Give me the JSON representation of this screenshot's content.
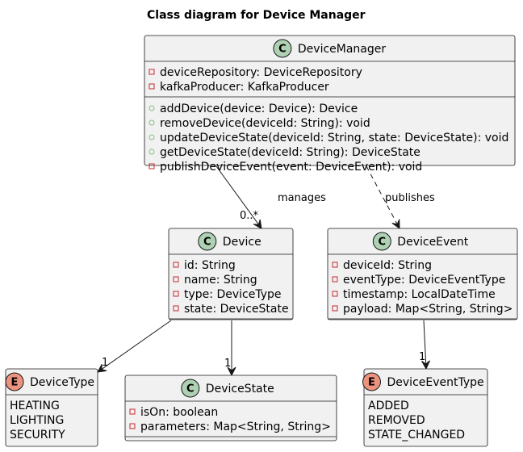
{
  "title": "Class diagram for Device Manager",
  "colors": {
    "class_circle": "#add1b2",
    "enum_circle": "#eb937f",
    "box_fill": "#f1f1f1",
    "border": "#181818",
    "private_marker": "#c82930",
    "public_marker": "#84be84"
  },
  "classes": {
    "device_manager": {
      "kind": "class",
      "glyph": "C",
      "name": "DeviceManager",
      "attributes": [
        {
          "visibility": "private",
          "text": "deviceRepository: DeviceRepository"
        },
        {
          "visibility": "private",
          "text": "kafkaProducer: KafkaProducer"
        }
      ],
      "methods": [
        {
          "visibility": "public",
          "text": "addDevice(device: Device): Device"
        },
        {
          "visibility": "public",
          "text": "removeDevice(deviceId: String): void"
        },
        {
          "visibility": "public",
          "text": "updateDeviceState(deviceId: String, state: DeviceState): void"
        },
        {
          "visibility": "public",
          "text": "getDeviceState(deviceId: String): DeviceState"
        },
        {
          "visibility": "private",
          "text": "publishDeviceEvent(event: DeviceEvent): void"
        }
      ]
    },
    "device": {
      "kind": "class",
      "glyph": "C",
      "name": "Device",
      "attributes": [
        {
          "visibility": "private",
          "text": "id: String"
        },
        {
          "visibility": "private",
          "text": "name: String"
        },
        {
          "visibility": "private",
          "text": "type: DeviceType"
        },
        {
          "visibility": "private",
          "text": "state: DeviceState"
        }
      ],
      "methods": []
    },
    "device_event": {
      "kind": "class",
      "glyph": "C",
      "name": "DeviceEvent",
      "attributes": [
        {
          "visibility": "private",
          "text": "deviceId: String"
        },
        {
          "visibility": "private",
          "text": "eventType: DeviceEventType"
        },
        {
          "visibility": "private",
          "text": "timestamp: LocalDateTime"
        },
        {
          "visibility": "private",
          "text": "payload: Map<String, String>"
        }
      ],
      "methods": []
    },
    "device_type": {
      "kind": "enum",
      "glyph": "E",
      "name": "DeviceType",
      "values": [
        "HEATING",
        "LIGHTING",
        "SECURITY"
      ]
    },
    "device_state": {
      "kind": "class",
      "glyph": "C",
      "name": "DeviceState",
      "attributes": [
        {
          "visibility": "private",
          "text": "isOn: boolean"
        },
        {
          "visibility": "private",
          "text": "parameters: Map<String, String>"
        }
      ],
      "methods": []
    },
    "device_event_type": {
      "kind": "enum",
      "glyph": "E",
      "name": "DeviceEventType",
      "values": [
        "ADDED",
        "REMOVED",
        "STATE_CHANGED"
      ]
    }
  },
  "relations": [
    {
      "from": "device_manager",
      "to": "device",
      "style": "solid",
      "label": "manages",
      "multiplicity": "0..*"
    },
    {
      "from": "device_manager",
      "to": "device_event",
      "style": "dashed",
      "label": "publishes",
      "multiplicity": ""
    },
    {
      "from": "device",
      "to": "device_type",
      "style": "solid",
      "label": "",
      "multiplicity": "1"
    },
    {
      "from": "device",
      "to": "device_state",
      "style": "solid",
      "label": "",
      "multiplicity": "1"
    },
    {
      "from": "device_event",
      "to": "device_event_type",
      "style": "solid",
      "label": "",
      "multiplicity": "1"
    }
  ]
}
